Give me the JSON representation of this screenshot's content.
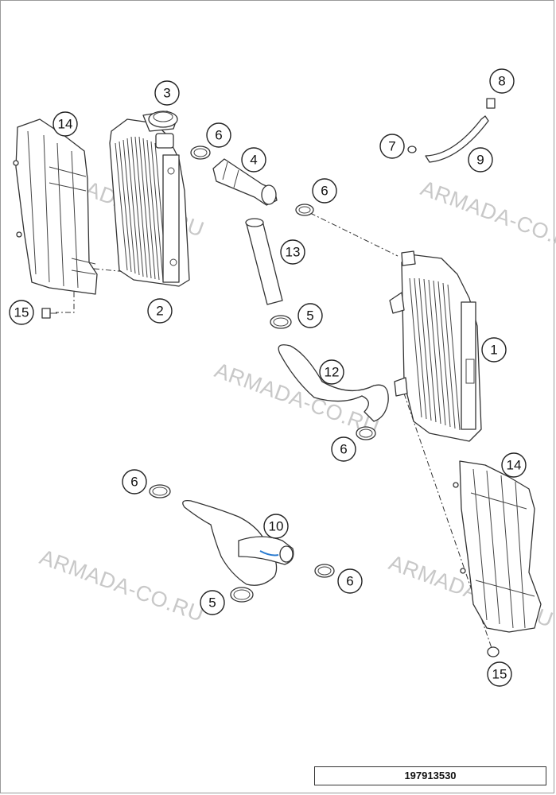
{
  "watermark": "ARMADA-CO.RU",
  "document_number": "197913530",
  "callouts": [
    "1",
    "2",
    "3",
    "4",
    "5",
    "5",
    "6",
    "6",
    "6",
    "6",
    "6",
    "7",
    "8",
    "9",
    "10",
    "12",
    "13",
    "14",
    "14",
    "15",
    "15"
  ]
}
